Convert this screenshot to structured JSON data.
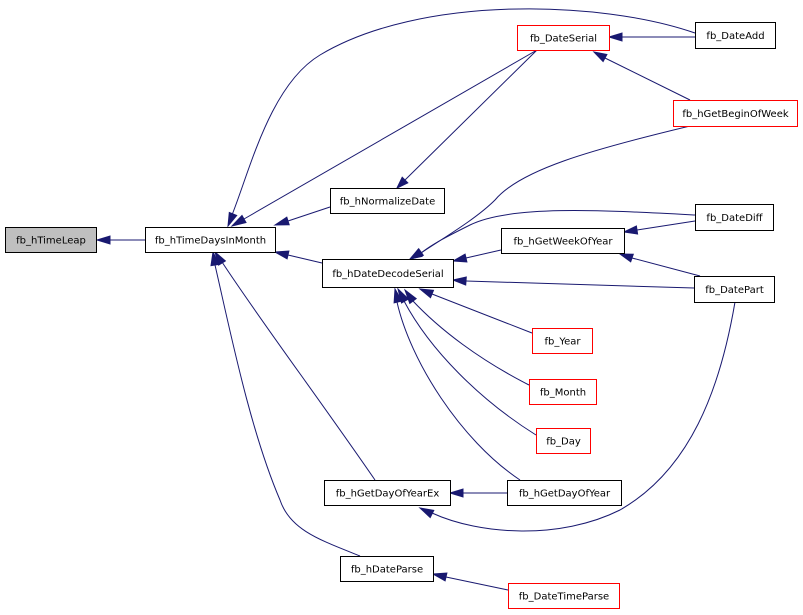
{
  "colors": {
    "edge": "#191970",
    "border_default": "#000000",
    "border_external": "#ff0000",
    "fill_default": "#ffffff",
    "fill_focus": "#bfbfbf"
  },
  "nodes": [
    {
      "id": "fb_hTimeLeap",
      "label": "fb_hTimeLeap",
      "style": "focus"
    },
    {
      "id": "fb_hTimeDaysInMonth",
      "label": "fb_hTimeDaysInMonth",
      "style": "default"
    },
    {
      "id": "fb_hNormalizeDate",
      "label": "fb_hNormalizeDate",
      "style": "default"
    },
    {
      "id": "fb_hDateDecodeSerial",
      "label": "fb_hDateDecodeSerial",
      "style": "default"
    },
    {
      "id": "fb_hGetDayOfYearEx",
      "label": "fb_hGetDayOfYearEx",
      "style": "default"
    },
    {
      "id": "fb_hDateParse",
      "label": "fb_hDateParse",
      "style": "default"
    },
    {
      "id": "fb_DateSerial",
      "label": "fb_DateSerial",
      "style": "external"
    },
    {
      "id": "fb_hGetWeekOfYear",
      "label": "fb_hGetWeekOfYear",
      "style": "default"
    },
    {
      "id": "fb_Year",
      "label": "fb_Year",
      "style": "external"
    },
    {
      "id": "fb_Month",
      "label": "fb_Month",
      "style": "external"
    },
    {
      "id": "fb_Day",
      "label": "fb_Day",
      "style": "external"
    },
    {
      "id": "fb_hGetDayOfYear",
      "label": "fb_hGetDayOfYear",
      "style": "default"
    },
    {
      "id": "fb_DateTimeParse",
      "label": "fb_DateTimeParse",
      "style": "external"
    },
    {
      "id": "fb_DateAdd",
      "label": "fb_DateAdd",
      "style": "default"
    },
    {
      "id": "fb_hGetBeginOfWeek",
      "label": "fb_hGetBeginOfWeek",
      "style": "external"
    },
    {
      "id": "fb_DateDiff",
      "label": "fb_DateDiff",
      "style": "default"
    },
    {
      "id": "fb_DatePart",
      "label": "fb_DatePart",
      "style": "default"
    }
  ],
  "edges": [
    {
      "from": "fb_hTimeDaysInMonth",
      "to": "fb_hTimeLeap"
    },
    {
      "from": "fb_hNormalizeDate",
      "to": "fb_hTimeDaysInMonth"
    },
    {
      "from": "fb_hDateDecodeSerial",
      "to": "fb_hTimeDaysInMonth"
    },
    {
      "from": "fb_DateSerial",
      "to": "fb_hTimeDaysInMonth"
    },
    {
      "from": "fb_DateAdd",
      "to": "fb_hTimeDaysInMonth"
    },
    {
      "from": "fb_hGetDayOfYearEx",
      "to": "fb_hTimeDaysInMonth"
    },
    {
      "from": "fb_hDateParse",
      "to": "fb_hTimeDaysInMonth"
    },
    {
      "from": "fb_DateSerial",
      "to": "fb_hNormalizeDate"
    },
    {
      "from": "fb_DateAdd",
      "to": "fb_DateSerial"
    },
    {
      "from": "fb_hGetBeginOfWeek",
      "to": "fb_DateSerial"
    },
    {
      "from": "fb_hGetWeekOfYear",
      "to": "fb_hDateDecodeSerial"
    },
    {
      "from": "fb_DatePart",
      "to": "fb_hDateDecodeSerial"
    },
    {
      "from": "fb_hGetBeginOfWeek",
      "to": "fb_hDateDecodeSerial"
    },
    {
      "from": "fb_DateDiff",
      "to": "fb_hDateDecodeSerial"
    },
    {
      "from": "fb_Year",
      "to": "fb_hDateDecodeSerial"
    },
    {
      "from": "fb_Month",
      "to": "fb_hDateDecodeSerial"
    },
    {
      "from": "fb_Day",
      "to": "fb_hDateDecodeSerial"
    },
    {
      "from": "fb_hGetDayOfYear",
      "to": "fb_hDateDecodeSerial"
    },
    {
      "from": "fb_DateDiff",
      "to": "fb_hGetWeekOfYear"
    },
    {
      "from": "fb_DatePart",
      "to": "fb_hGetWeekOfYear"
    },
    {
      "from": "fb_hGetDayOfYear",
      "to": "fb_hGetDayOfYearEx"
    },
    {
      "from": "fb_DatePart",
      "to": "fb_hGetDayOfYearEx"
    },
    {
      "from": "fb_DateTimeParse",
      "to": "fb_hDateParse"
    }
  ]
}
